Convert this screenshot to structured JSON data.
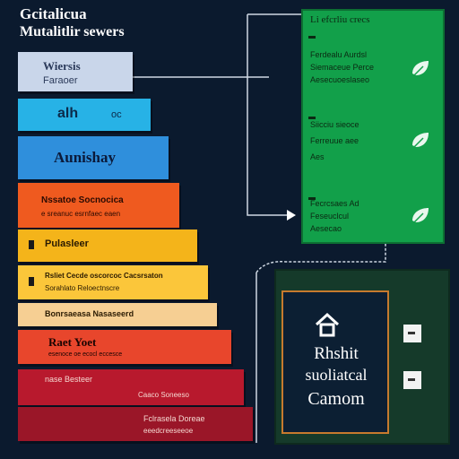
{
  "title": {
    "line1": "Gcitalicua",
    "line2": "Mutalitlir sewers"
  },
  "steps": [
    {
      "label": "Wiersis",
      "sublabel": "Faraoer",
      "color": "#c9d6ea",
      "text_color": "#2b3a5a"
    },
    {
      "label": "alh",
      "sublabel": "oc",
      "color": "#27b2e6",
      "text_color": "#0b2a4a"
    },
    {
      "label": "Aunishay",
      "sublabel": "",
      "color": "#2f8fdc",
      "text_color": "#0b1a3a"
    },
    {
      "label": "Nssatoe Socnocica",
      "sublabel": "e sreanuc esrnfaec eaen",
      "color": "#ef5a1f",
      "text_color": "#2a0a02"
    },
    {
      "label": "Pulasleer",
      "sublabel": "",
      "color": "#f4b41a",
      "text_color": "#2a1a02"
    },
    {
      "label": "Rsliet Cecde oscorcoc Cacsrsaton",
      "sublabel": "Sorahlato Reloectnscre",
      "color": "#fbc63a",
      "text_color": "#2a1a02"
    },
    {
      "label": "Bonrsaeasa Nasaseerd",
      "sublabel": "",
      "color": "#f6cf93",
      "text_color": "#2a1a02"
    },
    {
      "label": "Raet Yoet",
      "sublabel": "esenoce oe ecocl eccesce",
      "color": "#e8462c",
      "text_color": "#1a0402"
    },
    {
      "label": "nase Besteer",
      "sublabel": "Caaco Soneeso",
      "color": "#b8192d",
      "text_color": "#f5d7d0"
    },
    {
      "label": "Fclrasela Doreae",
      "sublabel": "eeedcreeseeoe",
      "color": "#9a1628",
      "text_color": "#f5d7d0"
    }
  ],
  "green_panel": {
    "title": "Li efcrliu crecs",
    "items": [
      "Ferdealu Aurdsl",
      "Siemaceue Perce",
      "Aesecuoeslaseo",
      "Siicciu sieoce",
      "Ferreuue aee",
      "Aes",
      "Fecrcsaes Ad",
      "Feseuclcul",
      "Aesecao"
    ]
  },
  "dark_panel": {
    "line1": "Rhshit",
    "line2": "suoliatcal",
    "line3": "Camom"
  },
  "icons": {
    "home": "home-icon",
    "leaf": "leaf-icon",
    "arrow": "arrow-right-icon"
  },
  "colors": {
    "background": "#0b1a2e",
    "green": "#12a04a",
    "dark_green": "#153a2a",
    "accent_orange": "#c77a2e"
  }
}
